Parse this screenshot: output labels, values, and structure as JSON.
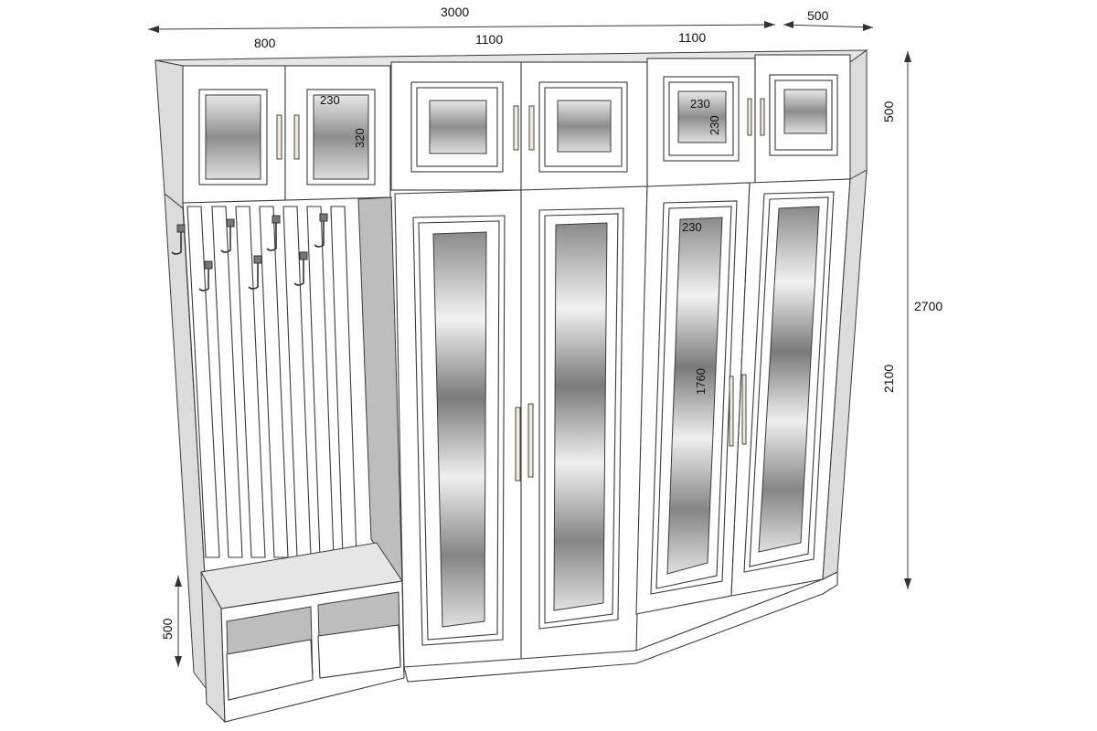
{
  "dimensions": {
    "total_width": "3000",
    "depth": "500",
    "section_left_width": "800",
    "section_mid_width": "1100",
    "section_right_width": "1100",
    "total_height": "2700",
    "main_height": "2100",
    "top_height": "500",
    "bench_height": "500",
    "glass_top_left_w": "230",
    "glass_top_left_h": "320",
    "glass_top_right_w": "230",
    "glass_top_right_h": "230",
    "glass_tall_w": "230",
    "glass_tall_h": "1760"
  },
  "colors": {
    "line": "#3a3a3a",
    "panel": "#ffffff",
    "side": "#dcdcdc",
    "glass_light": "#f4f4f4",
    "glass_dark": "#7d7d7d",
    "handle": "#f1ead6"
  }
}
